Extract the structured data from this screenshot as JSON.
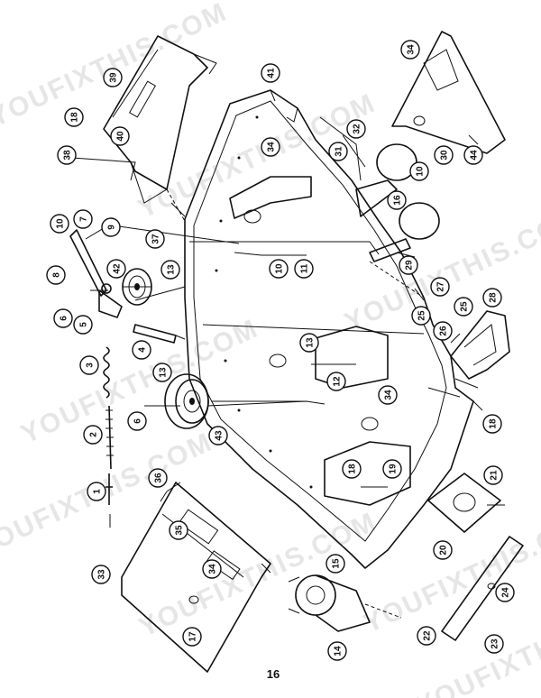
{
  "page_number": "16",
  "watermark": "YOUFIXTHIS.COM",
  "callouts": [
    "1",
    "2",
    "3",
    "4",
    "5",
    "6",
    "7",
    "8",
    "9",
    "10",
    "11",
    "12",
    "13",
    "14",
    "15",
    "16",
    "17",
    "18",
    "19",
    "20",
    "21",
    "22",
    "23",
    "24",
    "25",
    "26",
    "27",
    "28",
    "29",
    "30",
    "31",
    "32",
    "33",
    "34",
    "35",
    "36",
    "37",
    "38",
    "39",
    "40",
    "41",
    "42",
    "43",
    "44"
  ]
}
